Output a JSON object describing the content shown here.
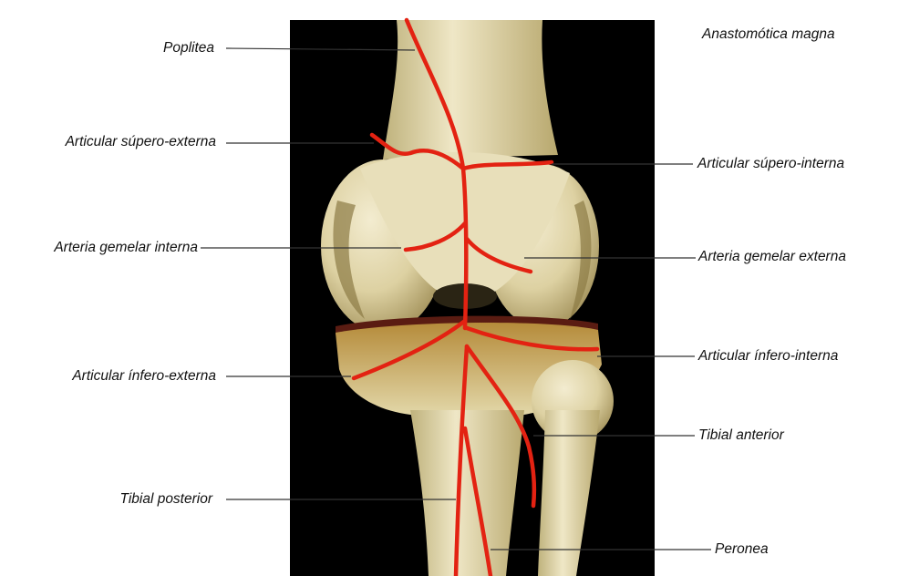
{
  "labels": {
    "poplitea": "Poplitea",
    "anastomotica_magna": "Anastomótica magna",
    "articular_supero_externa": "Articular súpero-externa",
    "articular_supero_interna": "Articular súpero-interna",
    "arteria_gemelar_interna": "Arteria gemelar interna",
    "arteria_gemelar_externa": "Arteria gemelar externa",
    "articular_infero_externa": "Articular ínfero-externa",
    "articular_infero_interna": "Articular ínfero-interna",
    "tibial_anterior": "Tibial anterior",
    "tibial_posterior": "Tibial posterior",
    "peronea": "Peronea"
  },
  "colors": {
    "background": "#ffffff",
    "image_backdrop": "#000000",
    "bone": "#e6dcb0",
    "bone_shadow": "#8a7a45",
    "artery": "#e32212",
    "leader_line": "#333333"
  }
}
